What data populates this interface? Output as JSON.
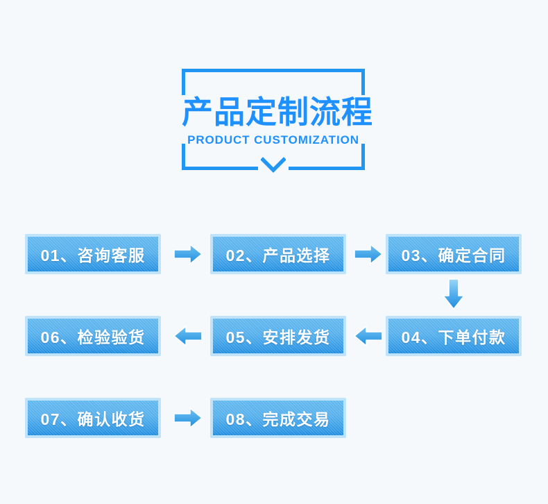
{
  "page": {
    "background_color": "#f5f9fc",
    "accent_color": "#2196f3",
    "box_border_color": "#bfe3fa",
    "box_fill_top": "#62b8ef",
    "box_fill_bottom": "#1f8ddf",
    "label_color": "#ffffff"
  },
  "header": {
    "title_cn": "产品定制流程",
    "title_en": "PRODUCT CUSTOMIZATION",
    "chevron_icon": "chevron-down-icon",
    "frame_icon": "bracket-frame"
  },
  "flow": {
    "rows": [
      {
        "id": "row-1",
        "direction": "left-to-right",
        "steps": [
          {
            "number": "01",
            "separator": "、",
            "name": "咨询客服",
            "label": "01、咨询客服"
          },
          {
            "number": "02",
            "separator": "、",
            "name": "产品选择",
            "label": "02、产品选择"
          },
          {
            "number": "03",
            "separator": "、",
            "name": "确定合同",
            "label": "03、确定合同"
          }
        ],
        "connectors": [
          "arrow-right-icon",
          "arrow-right-icon"
        ]
      },
      {
        "id": "row-2",
        "direction": "right-to-left",
        "steps": [
          {
            "number": "06",
            "separator": "、",
            "name": "检验验货",
            "label": "06、检验验货"
          },
          {
            "number": "05",
            "separator": "、",
            "name": "安排发货",
            "label": "05、安排发货"
          },
          {
            "number": "04",
            "separator": "、",
            "name": "下单付款",
            "label": "04、下单付款"
          }
        ],
        "connectors": [
          "arrow-left-icon",
          "arrow-left-icon"
        ]
      },
      {
        "id": "row-3",
        "direction": "left-to-right",
        "steps": [
          {
            "number": "07",
            "separator": "、",
            "name": "确认收货",
            "label": "07、确认收货"
          },
          {
            "number": "08",
            "separator": "、",
            "name": "完成交易",
            "label": "08、完成交易"
          }
        ],
        "connectors": [
          "arrow-right-icon"
        ]
      }
    ],
    "row_transition_icons": [
      "arrow-down-icon"
    ]
  }
}
